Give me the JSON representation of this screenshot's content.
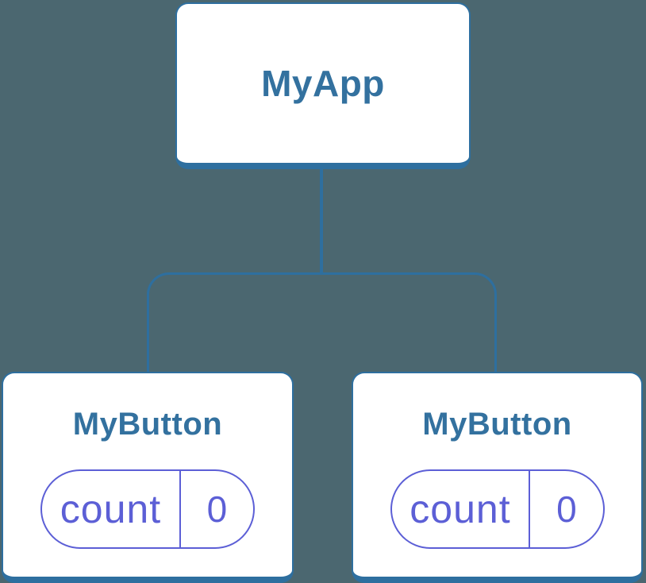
{
  "diagram": {
    "root": {
      "label": "MyApp"
    },
    "children": [
      {
        "label": "MyButton",
        "state": {
          "name": "count",
          "value": "0"
        }
      },
      {
        "label": "MyButton",
        "state": {
          "name": "count",
          "value": "0"
        }
      }
    ]
  },
  "colors": {
    "background": "#4B6770",
    "node_fill": "#FFFFFF",
    "line": "#2E6F9F",
    "title_text": "#33719F",
    "state_accent": "#5C5FD6"
  }
}
